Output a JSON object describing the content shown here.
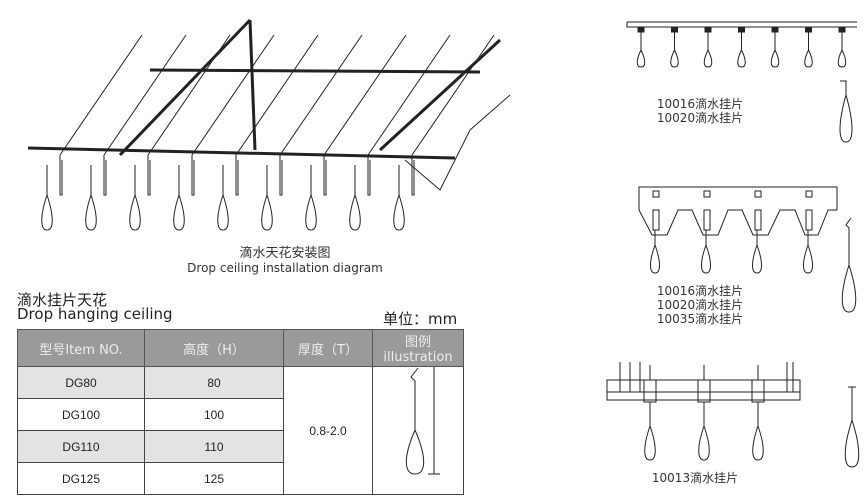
{
  "install_caption": {
    "cn": "滴水天花安装图",
    "en": "Drop ceiling installation diagram"
  },
  "section": {
    "title_cn": "滴水挂片天花",
    "title_en": "Drop hanging ceiling",
    "unit": "单位：mm"
  },
  "table": {
    "headers": [
      "型号Item NO.",
      "高度（H）",
      "厚度（T）",
      "图例 illustration"
    ],
    "rows": [
      {
        "item": "DG80",
        "height": "80"
      },
      {
        "item": "DG100",
        "height": "100"
      },
      {
        "item": "DG110",
        "height": "110"
      },
      {
        "item": "DG125",
        "height": "125"
      }
    ],
    "thickness": "0.8-2.0"
  },
  "clips": [
    {
      "lines": [
        "10016滴水挂片",
        "10020滴水挂片"
      ]
    },
    {
      "lines": [
        "10016滴水挂片",
        "10020滴水挂片",
        "10035滴水挂片"
      ]
    },
    {
      "lines": [
        "10013滴水挂片"
      ]
    }
  ]
}
